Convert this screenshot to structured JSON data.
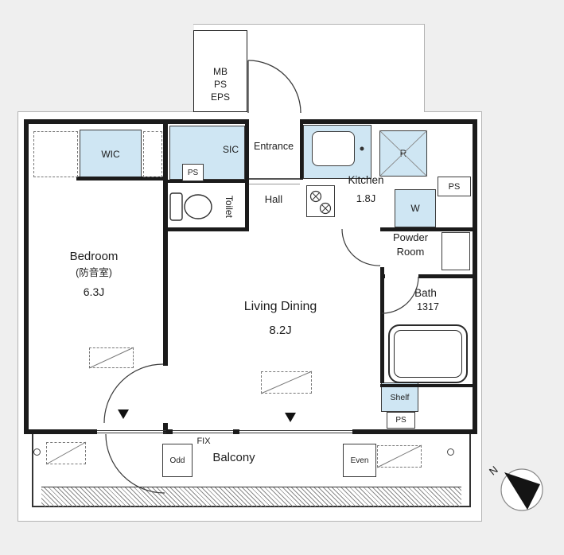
{
  "title": "Apartment floor plan",
  "colors": {
    "accent_fill": "#cfe6f3",
    "wall": "#1b1b1b",
    "outline": "#b3b3b3"
  },
  "shaft": {
    "line1": "MB",
    "line2": "PS",
    "line3": "EPS"
  },
  "rooms": {
    "wic": "WIC",
    "sic": "SIC",
    "sic_ps": "PS",
    "entrance": "Entrance",
    "hall": "Hall",
    "toilet": "Toilet",
    "kitchen": "Kitchen",
    "kitchen_size": "1.8J",
    "fridge": "R",
    "ps_top": "PS",
    "washer": "W",
    "powder1": "Powder",
    "powder2": "Room",
    "bath": "Bath",
    "bath_size": "1317",
    "bedroom": "Bedroom",
    "bedroom_sub": "(防音室)",
    "bedroom_size": "6.3J",
    "living": "Living Dining",
    "living_size": "8.2J",
    "shelf": "Shelf",
    "ps_bottom": "PS"
  },
  "balcony": {
    "label": "Balcony",
    "fix": "FIX",
    "odd": "Odd",
    "even": "Even"
  },
  "compass": {
    "north": "N"
  }
}
